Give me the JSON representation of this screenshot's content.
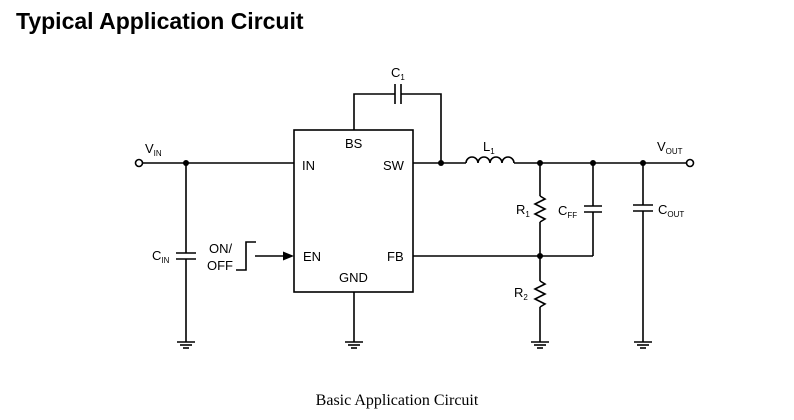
{
  "heading": "Typical Application Circuit",
  "caption": "Basic Application Circuit",
  "ic": {
    "pins": {
      "bs": "BS",
      "in": "IN",
      "sw": "SW",
      "en": "EN",
      "fb": "FB",
      "gnd": "GND"
    }
  },
  "labels": {
    "vin_main": "V",
    "vin_sub": "IN",
    "vout_main": "V",
    "vout_sub": "OUT",
    "c1_main": "C",
    "c1_sub": "1",
    "l1_main": "L",
    "l1_sub": "1",
    "r1_main": "R",
    "r1_sub": "1",
    "r2_main": "R",
    "r2_sub": "2",
    "cff_main": "C",
    "cff_sub": "FF",
    "cout_main": "C",
    "cout_sub": "OUT",
    "cin_main": "C",
    "cin_sub": "IN",
    "onoff_line1": "ON/",
    "onoff_line2": "OFF"
  }
}
